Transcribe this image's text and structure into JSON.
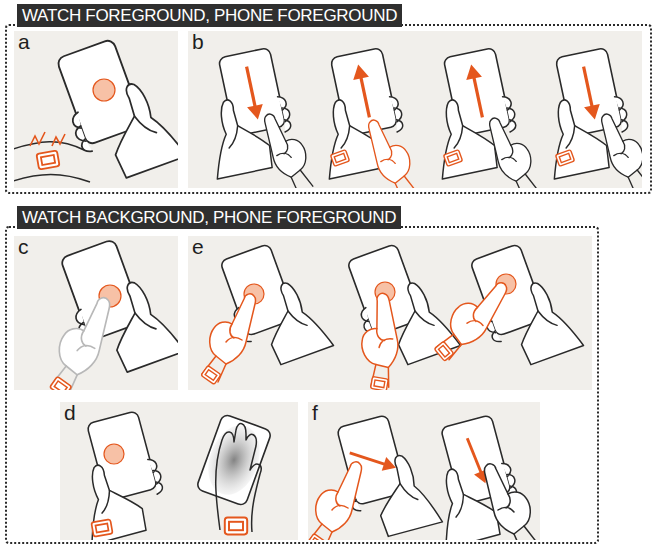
{
  "diagram": {
    "nodes": [
      {
        "text": [
          "WATCH FOREGROUND, PHONE FOREGROUND"
        ]
      },
      {
        "text": [
          "a"
        ],
        "in": 0
      },
      {
        "text": [
          "b"
        ],
        "in": 0
      },
      {
        "text": [
          "WATCH BACKGROUND, PHONE FOREGROUND"
        ]
      },
      {
        "text": [
          "c"
        ],
        "in": 3
      },
      {
        "text": [
          "e"
        ],
        "in": 3
      },
      {
        "text": [
          "d"
        ],
        "in": 3
      },
      {
        "text": [
          "f"
        ],
        "in": 3
      }
    ]
  }
}
